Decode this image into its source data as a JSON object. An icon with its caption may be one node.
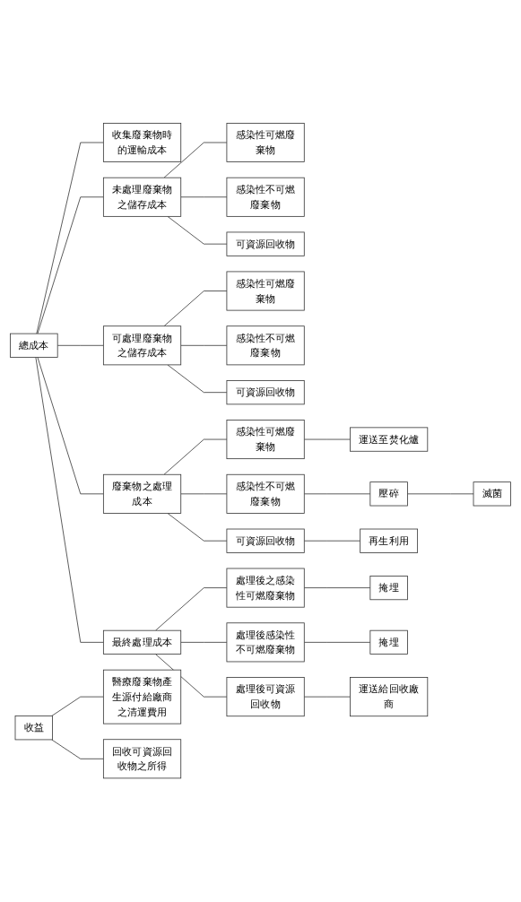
{
  "diagram": {
    "nodes": [
      {
        "text": [
          "總成本"
        ]
      },
      {
        "text": [
          "收集廢棄物時的運輸成本"
        ]
      },
      {
        "text": [
          "未處理廢棄物之儲存成本"
        ]
      },
      {
        "text": [
          "廢棄物之處理成本"
        ]
      },
      {
        "text": [
          "可處理廢棄物之儲存成本"
        ]
      },
      {
        "text": [
          "最終處理成本"
        ]
      },
      {
        "text": [
          "感染性可燃廢棄物"
        ]
      },
      {
        "text": [
          "感染性不可燃廢棄物"
        ]
      },
      {
        "text": [
          "可資源回收物"
        ]
      },
      {
        "text": [
          "感染性可燃廢棄物"
        ]
      },
      {
        "text": [
          "感染性不可燃廢棄物"
        ]
      },
      {
        "text": [
          "可資源回收物"
        ]
      },
      {
        "text": [
          "感染性可燃廢棄物"
        ]
      },
      {
        "text": [
          "感染性不可燃廢棄物"
        ]
      },
      {
        "text": [
          "可資源回收物"
        ]
      },
      {
        "text": [
          "處理後之感染性可燃廢棄物"
        ]
      },
      {
        "text": [
          "處理後感染性不可燃廢棄物"
        ]
      },
      {
        "text": [
          "處理後可資源回收物"
        ]
      },
      {
        "text": [
          "運送至焚化爐"
        ]
      },
      {
        "text": [
          "壓碎"
        ]
      },
      {
        "text": [
          "滅菌"
        ]
      },
      {
        "text": [
          "再生利用"
        ]
      },
      {
        "text": [
          "掩埋"
        ]
      },
      {
        "text": [
          "掩埋"
        ]
      },
      {
        "text": [
          "運送給回收廠商"
        ]
      },
      {
        "text": [
          "收益"
        ]
      },
      {
        "text": [
          "醫療廢棄物產生源付給廠商之清運費用"
        ]
      },
      {
        "text": [
          "回收可資源回收物之所得"
        ]
      }
    ],
    "edges": [
      {
        "from": 0,
        "to": 1,
        "arrow": "none"
      },
      {
        "from": 0,
        "to": 2,
        "arrow": "none"
      },
      {
        "from": 0,
        "to": 3,
        "arrow": "none"
      },
      {
        "from": 0,
        "to": 4,
        "arrow": "none"
      },
      {
        "from": 0,
        "to": 5,
        "arrow": "none"
      },
      {
        "from": 2,
        "to": 6,
        "arrow": "none"
      },
      {
        "from": 2,
        "to": 7,
        "arrow": "none"
      },
      {
        "from": 2,
        "to": 8,
        "arrow": "none"
      },
      {
        "from": 4,
        "to": 9,
        "arrow": "none"
      },
      {
        "from": 4,
        "to": 10,
        "arrow": "none"
      },
      {
        "from": 4,
        "to": 11,
        "arrow": "none"
      },
      {
        "from": 3,
        "to": 12,
        "arrow": "none"
      },
      {
        "from": 3,
        "to": 13,
        "arrow": "none"
      },
      {
        "from": 3,
        "to": 14,
        "arrow": "none"
      },
      {
        "from": 5,
        "to": 15,
        "arrow": "none"
      },
      {
        "from": 5,
        "to": 16,
        "arrow": "none"
      },
      {
        "from": 5,
        "to": 17,
        "arrow": "none"
      },
      {
        "from": 12,
        "to": 18,
        "arrow": "none"
      },
      {
        "from": 13,
        "to": 19,
        "arrow": "none"
      },
      {
        "from": 19,
        "to": 20,
        "arrow": "none"
      },
      {
        "from": 14,
        "to": 21,
        "arrow": "none"
      },
      {
        "from": 15,
        "to": 22,
        "arrow": "none"
      },
      {
        "from": 16,
        "to": 23,
        "arrow": "none"
      },
      {
        "from": 17,
        "to": 24,
        "arrow": "none"
      },
      {
        "from": 25,
        "to": 26,
        "arrow": "none"
      },
      {
        "from": 25,
        "to": 27,
        "arrow": "none"
      }
    ]
  }
}
